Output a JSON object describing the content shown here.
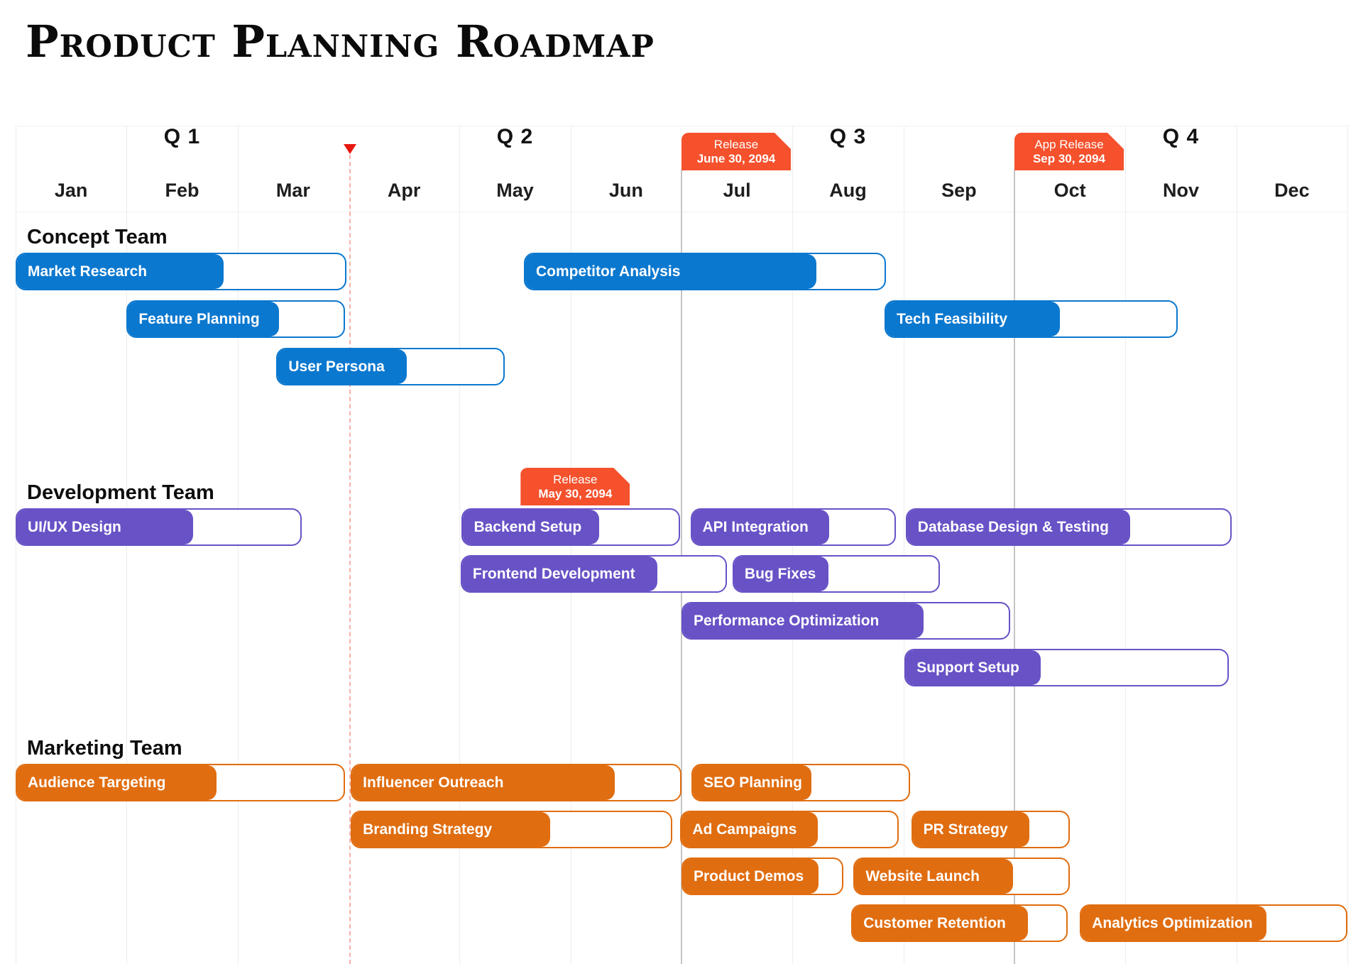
{
  "title": "Product Planning Roadmap",
  "colors": {
    "concept": "#0B78CF",
    "development": "#6852C6",
    "marketing": "#E06D10",
    "flag": "#F4512C",
    "today_marker": "#E8170F",
    "quarter_line": "#C5C5C5"
  },
  "chart_data": {
    "type": "gantt",
    "title": "Product Planning Roadmap",
    "x_axis": {
      "unit": "month",
      "range": [
        0,
        12
      ],
      "grid": true
    },
    "quarters": [
      "Q 1",
      "Q 2",
      "Q 3",
      "Q 4"
    ],
    "months": [
      "Jan",
      "Feb",
      "Mar",
      "Apr",
      "May",
      "Jun",
      "Jul",
      "Aug",
      "Sep",
      "Oct",
      "Nov",
      "Dec"
    ],
    "today_marker": {
      "month": 3.01
    },
    "milestones": [
      {
        "label": "Release",
        "date": "May 30, 2094",
        "month": 4.55,
        "placement": "development"
      },
      {
        "label": "Release",
        "date": "June 30, 2094",
        "month": 6.0,
        "placement": "header"
      },
      {
        "label": "App Release",
        "date": "Sep 30, 2094",
        "month": 9.0,
        "placement": "header"
      }
    ],
    "groups": [
      {
        "name": "Concept Team",
        "color": "#0B78CF",
        "tasks": [
          {
            "label": "Market Research",
            "row": 0,
            "start_month": 0.0,
            "end_month": 2.98,
            "progress": 0.63
          },
          {
            "label": "Competitor Analysis",
            "row": 0,
            "start_month": 4.58,
            "end_month": 7.84,
            "progress": 0.81
          },
          {
            "label": "Feature Planning",
            "row": 1,
            "start_month": 1.0,
            "end_month": 2.97,
            "progress": 0.7
          },
          {
            "label": "Tech Feasibility",
            "row": 1,
            "start_month": 7.83,
            "end_month": 10.47,
            "progress": 0.6
          },
          {
            "label": "User Persona",
            "row": 2,
            "start_month": 2.35,
            "end_month": 4.41,
            "progress": 0.57
          }
        ]
      },
      {
        "name": "Development Team",
        "color": "#6852C6",
        "tasks": [
          {
            "label": "UI/UX Design",
            "row": 0,
            "start_month": 0.0,
            "end_month": 2.58,
            "progress": 0.62
          },
          {
            "label": "Backend Setup",
            "row": 0,
            "start_month": 4.02,
            "end_month": 5.99,
            "progress": 0.63
          },
          {
            "label": "API Integration",
            "row": 0,
            "start_month": 6.08,
            "end_month": 7.93,
            "progress": 0.68
          },
          {
            "label": "Database Design & Testing",
            "row": 0,
            "start_month": 8.02,
            "end_month": 10.96,
            "progress": 0.69
          },
          {
            "label": "Frontend Development",
            "row": 1,
            "start_month": 4.01,
            "end_month": 6.41,
            "progress": 0.74
          },
          {
            "label": "Bug Fixes",
            "row": 1,
            "start_month": 6.46,
            "end_month": 8.33,
            "progress": 0.46
          },
          {
            "label": "Performance Optimization",
            "row": 2,
            "start_month": 6.0,
            "end_month": 8.96,
            "progress": 0.74
          },
          {
            "label": "Support Setup",
            "row": 3,
            "start_month": 8.01,
            "end_month": 10.93,
            "progress": 0.42
          }
        ]
      },
      {
        "name": "Marketing Team",
        "color": "#E06D10",
        "tasks": [
          {
            "label": "Audience Targeting",
            "row": 0,
            "start_month": 0.0,
            "end_month": 2.97,
            "progress": 0.61
          },
          {
            "label": "Influencer Outreach",
            "row": 0,
            "start_month": 3.02,
            "end_month": 6.0,
            "progress": 0.8
          },
          {
            "label": "SEO Planning",
            "row": 0,
            "start_month": 6.09,
            "end_month": 8.06,
            "progress": 0.55
          },
          {
            "label": "Branding Strategy",
            "row": 1,
            "start_month": 3.02,
            "end_month": 5.92,
            "progress": 0.62
          },
          {
            "label": "Ad Campaigns",
            "row": 1,
            "start_month": 5.99,
            "end_month": 7.96,
            "progress": 0.63
          },
          {
            "label": "PR Strategy",
            "row": 1,
            "start_month": 8.07,
            "end_month": 9.5,
            "progress": 0.75
          },
          {
            "label": "Product Demos",
            "row": 2,
            "start_month": 6.0,
            "end_month": 7.46,
            "progress": 0.85
          },
          {
            "label": "Website Launch",
            "row": 2,
            "start_month": 7.55,
            "end_month": 9.5,
            "progress": 0.74
          },
          {
            "label": "Customer Retention",
            "row": 3,
            "start_month": 7.53,
            "end_month": 9.48,
            "progress": 0.82
          },
          {
            "label": "Analytics Optimization",
            "row": 3,
            "start_month": 9.59,
            "end_month": 12.0,
            "progress": 0.7
          }
        ]
      }
    ]
  }
}
